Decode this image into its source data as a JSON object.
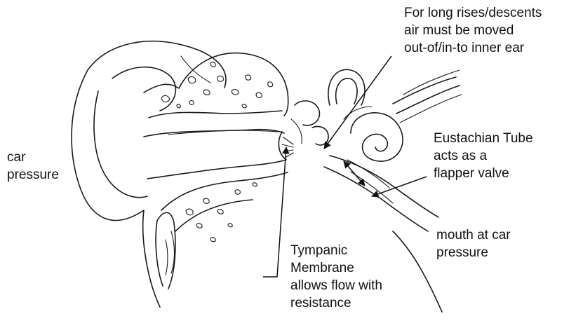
{
  "labels": {
    "top_right": [
      "For long rises/descents",
      "air must be moved",
      "out-of/in-to inner ear"
    ],
    "left": [
      "car",
      "pressure"
    ],
    "eustachian": [
      "Eustachian Tube",
      "acts as a",
      "flapper valve"
    ],
    "mouth": [
      "mouth at car",
      "pressure"
    ],
    "tympanic": [
      "Tympanic",
      "Membrane",
      "allows flow with",
      "resistance"
    ]
  },
  "icons": {
    "outer_ear": "outer-ear-drawing",
    "ear_canal": "ear-canal-drawing",
    "bone": "temporal-bone-drawing",
    "cochlea": "cochlea-drawing",
    "canals": "semicircular-canals-drawing",
    "tube": "eustachian-tube-drawing",
    "membrane": "tympanic-membrane-drawing"
  },
  "colors": {
    "ink": "#111111",
    "background": "#ffffff"
  }
}
